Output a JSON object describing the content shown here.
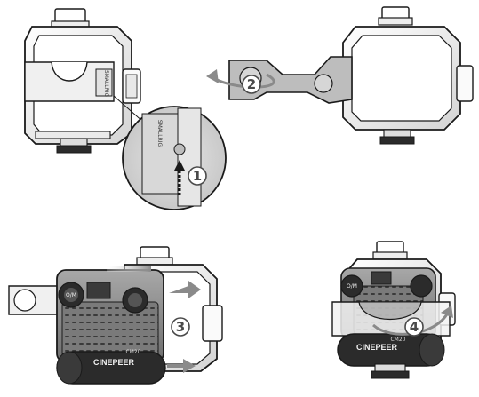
{
  "steps": [
    {
      "number": "1"
    },
    {
      "number": "2"
    },
    {
      "number": "3"
    },
    {
      "number": "4"
    }
  ],
  "labels": {
    "brand_on_cage": "SMALLRIG",
    "brand_on_device": "CINEPEER",
    "power_button_a": "O/M",
    "power_button_b": "O/M",
    "model_a": "CM20",
    "model_b": "CM20"
  },
  "colors": {
    "outline": "#1a1a1a",
    "cage_metal": "#f4f4f4",
    "device_body": "#8a8a8a",
    "device_dark": "#2b2b2b",
    "step_circle": "#ffffff",
    "arrow_gray": "#9a9a9a"
  }
}
